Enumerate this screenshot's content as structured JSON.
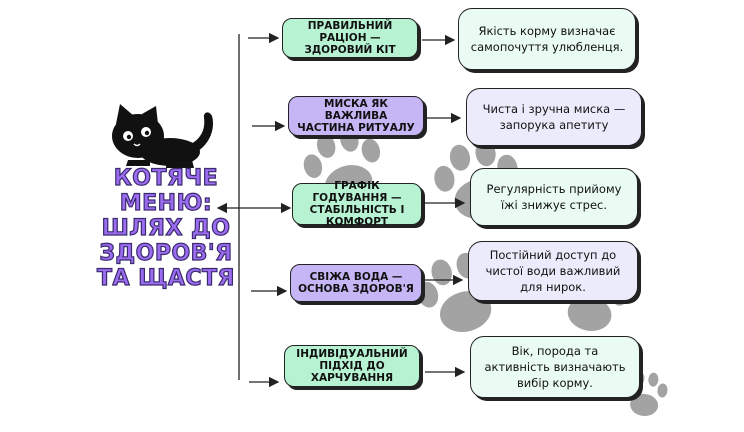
{
  "title": {
    "lines": [
      "Котяче",
      "меню:",
      "шлях до",
      "здоров'я",
      "та щастя"
    ]
  },
  "branches": [
    {
      "label": "Правильний раціон — здоровий кіт",
      "note": "Якість корму визначає самопочуття улюбленця."
    },
    {
      "label": "Миска як важлива частина ритуалу",
      "note": "Чиста і зручна миска — запорука апетиту"
    },
    {
      "label": "Графік годування — стабільність і комфорт",
      "note": "Регулярність прийому їжі знижує стрес."
    },
    {
      "label": "Свіжа вода — основа здоров'я",
      "note": "Постійний доступ до чистої води важливий для нирок."
    },
    {
      "label": "Індивідуальний підхід до харчування",
      "note": "Вік, порода та активність визначають вибір корму."
    }
  ],
  "colors": {
    "green": "#b7f3d3",
    "purple": "#c6b6f6",
    "title": "#9b6cf0",
    "paw": "#9e9e9e"
  },
  "icons": [
    "black-cat-icon",
    "paw-print-icon"
  ]
}
